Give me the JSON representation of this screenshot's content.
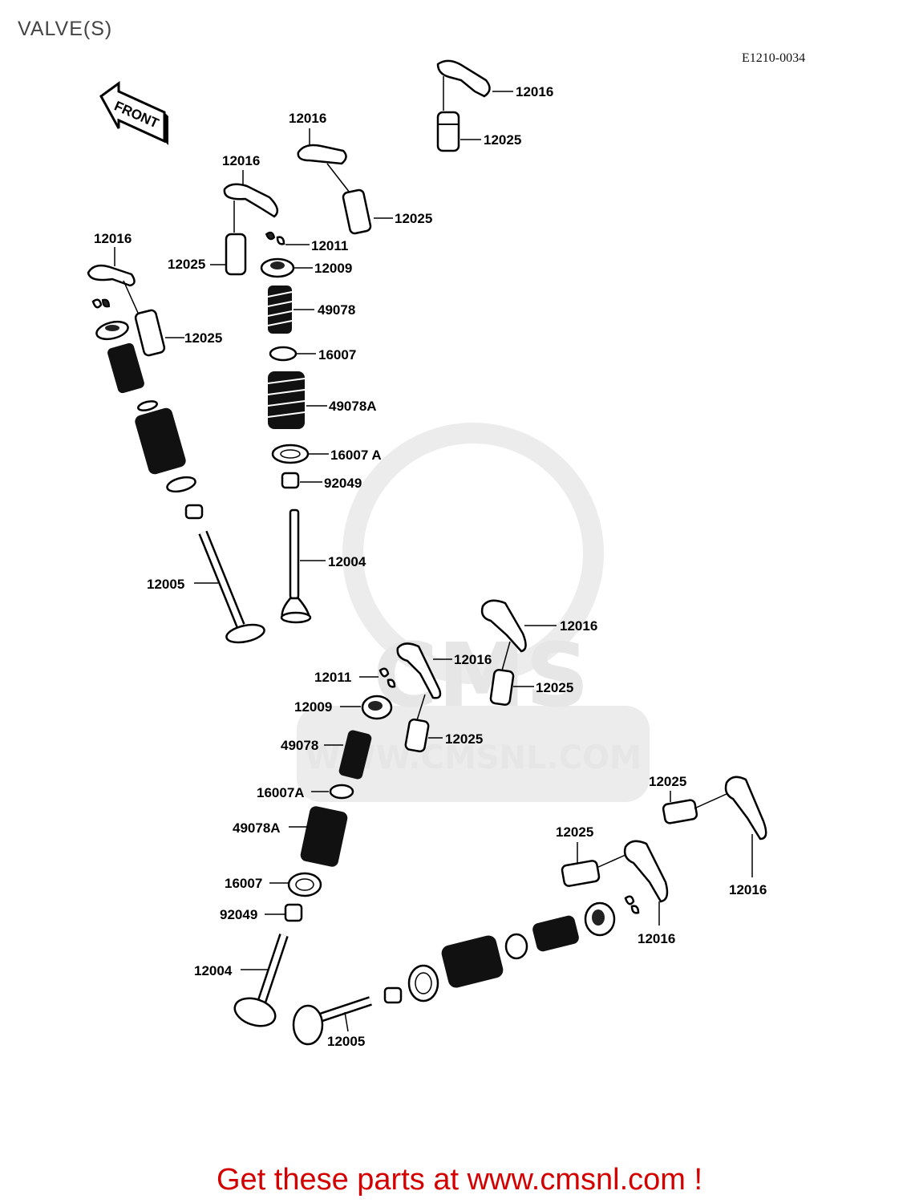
{
  "title": "VALVE(S)",
  "diagram_code": "E1210-0034",
  "front_label": "FRONT",
  "watermark": {
    "logo": "CMS",
    "url": "WWW.CMSNL.COM"
  },
  "promo_text": "Get these parts at www.cmsnl.com !",
  "callouts": [
    "12016",
    "12025",
    "12016",
    "12025",
    "12016",
    "12025",
    "12011",
    "12009",
    "49078",
    "16007",
    "49078A",
    "16007 A",
    "92049",
    "12004",
    "12016",
    "12025",
    "12005",
    "12016",
    "12016",
    "12025",
    "12011",
    "12009",
    "12025",
    "49078",
    "16007A",
    "49078A",
    "16007",
    "92049",
    "12004",
    "12005",
    "12025",
    "12016",
    "12025",
    "12016"
  ],
  "colors": {
    "promo": "#d40000",
    "title": "#444444",
    "watermark": "#e6e6e6"
  }
}
